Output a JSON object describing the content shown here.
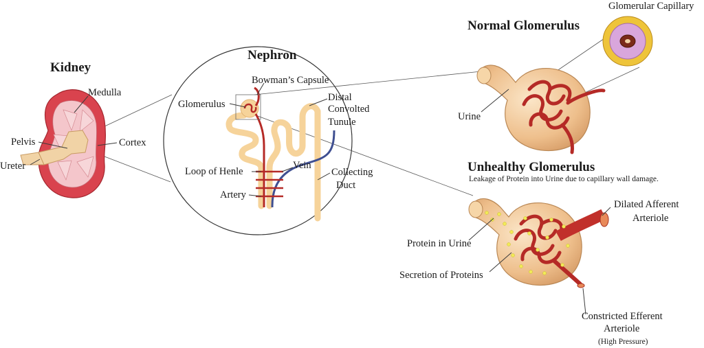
{
  "titles": {
    "kidney": "Kidney",
    "nephron": "Nephron",
    "normal": "Normal Glomerulus",
    "unhealthy": "Unhealthy Glomerulus",
    "unhealthy_caption": "Leakage of Protein into Urine due to capillary wall damage."
  },
  "kidney_labels": {
    "medulla": "Medulla",
    "pelvis": "Pelvis",
    "cortex": "Cortex",
    "ureter": "Ureter"
  },
  "nephron_labels": {
    "bowmans_capsule": "Bowman’s Capsule",
    "glomerulus": "Glomerulus",
    "distal_1": "Distal",
    "distal_2": "Convolted",
    "distal_3": "Tunule",
    "vein": "Vein",
    "loop_of_henle": "Loop of Henle",
    "collecting_1": "Collecting",
    "collecting_2": "Duct",
    "artery": "Artery"
  },
  "glomerulus_labels": {
    "glomerular_capillary": "Glomerular Capillary",
    "urine": "Urine",
    "protein_in_urine": "Protein in Urine",
    "secretion_of_proteins": "Secretion of Proteins",
    "dilated_1": "Dilated Afferent",
    "dilated_2": "Arteriole",
    "constricted_1": "Constricted Efferent",
    "constricted_2": "Arteriole",
    "constricted_3": "(High Pressure)"
  },
  "colors": {
    "kidney_cortex": "#d9434e",
    "kidney_medulla": "#f4c6cb",
    "pelvis": "#f1d3a6",
    "tubule": "#f6d39a",
    "artery": "#b52a26",
    "vein": "#3f4f91",
    "capsule": "#e9b985",
    "protein": "#f2ea58",
    "capillary_ring": "#eec43a",
    "capillary_inner": "#d9a6dc"
  }
}
